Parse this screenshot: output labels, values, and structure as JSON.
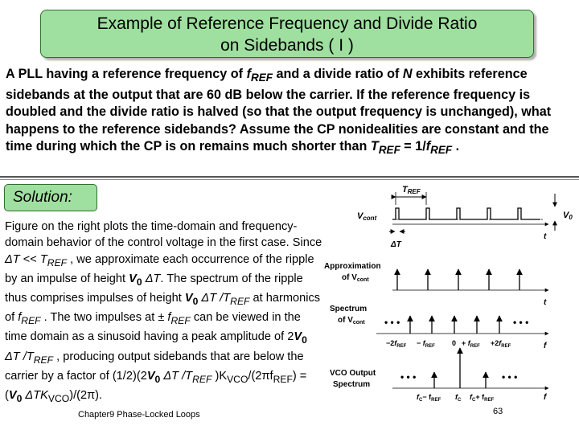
{
  "title": {
    "line1": "Example of Reference Frequency and Divide Ratio",
    "line2": "on Sidebands ( I )"
  },
  "problem": {
    "seg1": "A PLL having a reference frequency of ",
    "f_ref": "f",
    "f_ref_sub": "REF",
    "seg2": " and a divide ratio of ",
    "n": "N",
    "seg3": " exhibits reference sidebands at the output that are 60 dB below the carrier. If the reference frequency is doubled and the divide ratio is halved (so that the output frequency is unchanged), what happens to the reference sidebands? Assume the CP nonidealities are constant and the time during which the CP is on remains much shorter than ",
    "t_ref": "T",
    "t_ref_sub": "REF",
    "seg4": " = 1/",
    "f_ref2": "f",
    "f_ref2_sub": "REF",
    "seg5": " ."
  },
  "solution": {
    "label": "Solution:",
    "text": {
      "s1": "Figure on the right plots the time-domain and frequency-domain behavior of the control voltage in the first case. Since ",
      "s2": "ΔT",
      "s3": " << ",
      "s4": "T",
      "s4sub": "REF",
      "s5": " , we approximate each occurrence of the ripple by an impulse of height ",
      "s6": "V",
      "s6sub": "0",
      "s7": " ΔT",
      "s8": ". The spectrum of the ripple thus comprises impulses of height ",
      "s9": "V",
      "s9sub": "0",
      "s10": " ΔT /T",
      "s10sub": "REF",
      "s11": " at harmonics of ",
      "s12": "f",
      "s12sub": "REF",
      "s13": " . The two impulses at ± ",
      "s14": "f",
      "s14sub": "REF",
      "s15": " can be viewed in the time domain as a sinusoid having a peak amplitude of 2",
      "s16": "V",
      "s16sub": "0",
      "s17": " ΔT /T",
      "s17sub": "REF",
      "s18": " , producing output sidebands that are below the carrier by a factor of (1/2)(2",
      "s19": "V",
      "s19sub": "0",
      "s20": " ΔT /T",
      "s20sub": "REF",
      "s21": " )K",
      "s21sub": "VCO",
      "s22": "/(2πf",
      "s22sub": "REF",
      "s23": ") = (",
      "s24": "V",
      "s24sub": "0",
      "s25": " ΔTK",
      "s25sub": "VCO",
      "s26": ")/(2π)."
    }
  },
  "figure": {
    "tref_label": "T",
    "tref_sub": "REF",
    "vcont_label": "V",
    "vcont_sub": "cont",
    "v0_label": "V",
    "v0_sub": "0",
    "t_label": "t",
    "dt_label": "ΔT",
    "approx_line1": "Approximation",
    "approx_line2": "of V",
    "approx_sub": "cont",
    "spectrum_line1": "Spectrum",
    "spectrum_line2": "of V",
    "spectrum_sub": "cont",
    "vco_line1": "VCO Output",
    "vco_line2": "Spectrum",
    "f_label": "f",
    "dots": "• • •",
    "ax_neg2": "−2",
    "ax_neg1": "− ",
    "ax_zero": "0",
    "ax_pos1": "+ ",
    "ax_pos2": "+2",
    "ax_f": "f",
    "ax_sub": "REF",
    "vco_fc_minus": "f",
    "vco_fc_minus_sub": "C",
    "vco_fc_minus_mid": "− f",
    "vco_fc_minus_sub2": "REF",
    "vco_fc": "f",
    "vco_fc_sub": "C",
    "vco_fc_plus": "f",
    "vco_fc_plus_sub": "C",
    "vco_fc_plus_mid": "+ f",
    "vco_fc_plus_sub2": "REF"
  },
  "footer": {
    "chapter": "Chapter9 Phase-Locked Loops",
    "page": "63"
  }
}
